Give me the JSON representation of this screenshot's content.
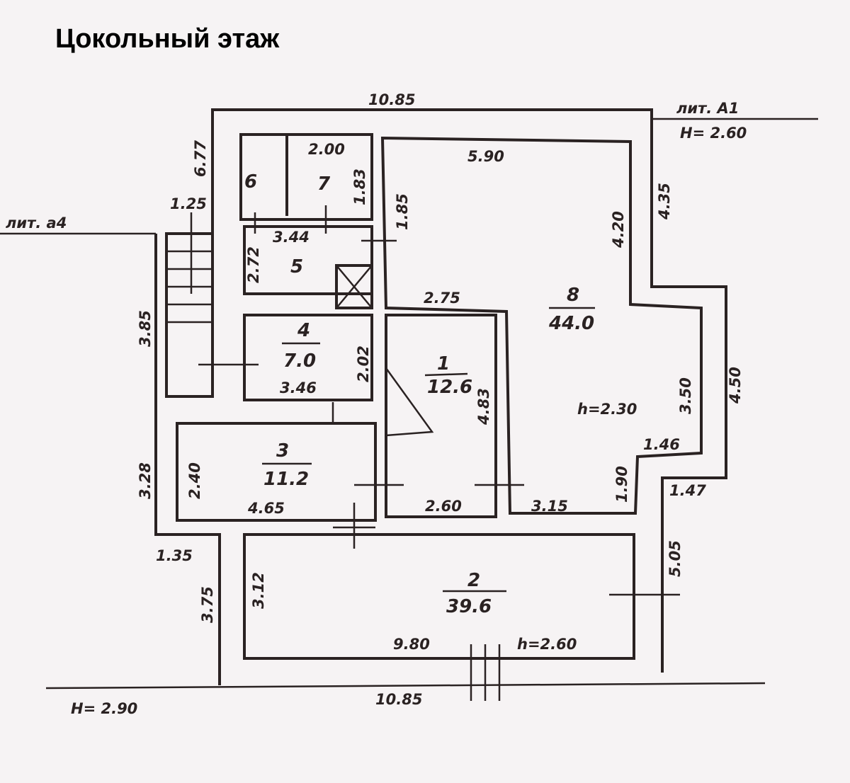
{
  "title": "Цокольный этаж",
  "labels": {
    "top_width": "10.85",
    "lit_a1": "лит. А1",
    "h_a1": "H= 2.60",
    "left_677": "6.77",
    "w_200": "2.00",
    "w_590": "5.90",
    "w_183": "1.83",
    "w_185": "1.85",
    "w_125": "1.25",
    "lit_a4": "лит. а4",
    "w_344": "3.44",
    "w_435": "4.35",
    "w_420": "4.20",
    "w_272": "2.72",
    "w_275": "2.75",
    "w_385": "3.85",
    "w_202": "2.02",
    "w_346": "3.46",
    "w_483": "4.83",
    "w_350": "3.50",
    "w_450": "4.50",
    "h_230": "h=2.30",
    "w_146": "1.46",
    "w_328": "3.28",
    "w_240": "2.40",
    "w_465": "4.65",
    "w_260": "2.60",
    "w_315": "3.15",
    "w_190": "1.90",
    "w_147": "1.47",
    "w_135": "1.35",
    "w_505": "5.05",
    "w_312": "3.12",
    "w_375": "3.75",
    "w_980": "9.80",
    "h_260": "h=2.60",
    "bottom_width": "10.85",
    "h_290": "H= 2.90"
  },
  "rooms": [
    {
      "num": "1",
      "area": "12.6"
    },
    {
      "num": "2",
      "area": "39.6"
    },
    {
      "num": "3",
      "area": "11.2"
    },
    {
      "num": "4",
      "area": "7.0"
    },
    {
      "num": "5"
    },
    {
      "num": "6"
    },
    {
      "num": "7"
    },
    {
      "num": "8",
      "area": "44.0"
    }
  ]
}
